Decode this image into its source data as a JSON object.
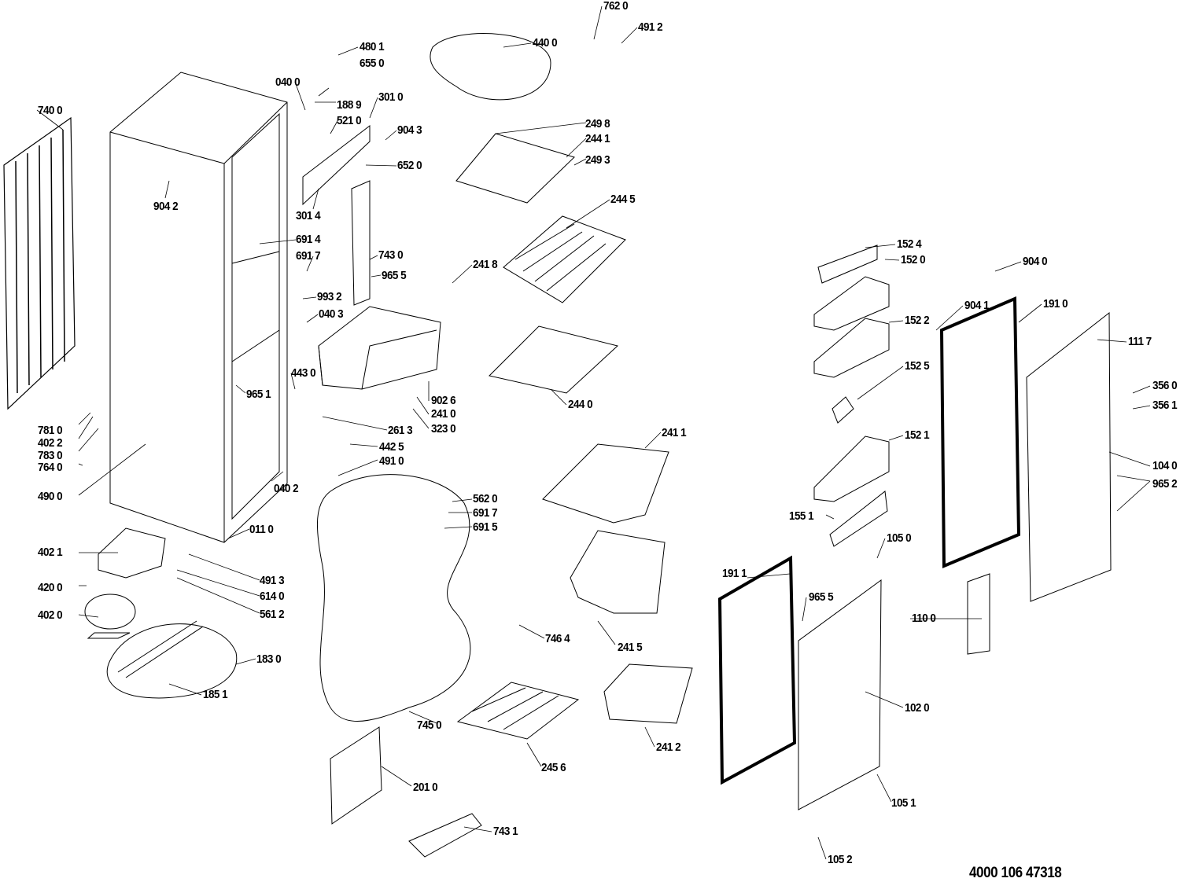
{
  "document_number": "4000 106 47318",
  "labels": [
    "480 1",
    "655 0",
    "040 0",
    "188 9",
    "301 0",
    "521 0",
    "904 3",
    "652 0",
    "301 4",
    "691 4",
    "691 7",
    "743 0",
    "965 5",
    "993 2",
    "040 3",
    "740 0",
    "904 2",
    "440 0",
    "762 0",
    "491 2",
    "249 8",
    "244 1",
    "249 3",
    "244 5",
    "241 8",
    "443 0",
    "965 1",
    "261 3",
    "902 6",
    "241 0",
    "323 0",
    "244 0",
    "781 0",
    "402 2",
    "783 0",
    "764 0",
    "490 0",
    "442 5",
    "491 0",
    "040 2",
    "011 0",
    "402 1",
    "491 3",
    "614 0",
    "561 2",
    "420 0",
    "402 0",
    "183 0",
    "185 1",
    "562 0",
    "691 7",
    "691 5",
    "241 1",
    "241 5",
    "746 4",
    "745  0",
    "245 6",
    "241 2",
    "201 0",
    "743 1",
    "152 4",
    "152 0",
    "904 0",
    "904 1",
    "191 0",
    "152 2",
    "111 7",
    "152 5",
    "356 0",
    "356 1",
    "152 1",
    "104 0",
    "965 2",
    "155 1",
    "105 0",
    "191 1",
    "965 5",
    "110 0",
    "102 0",
    "105 1",
    "105 2"
  ],
  "colors": {
    "line": "#000000",
    "background": "#ffffff"
  }
}
